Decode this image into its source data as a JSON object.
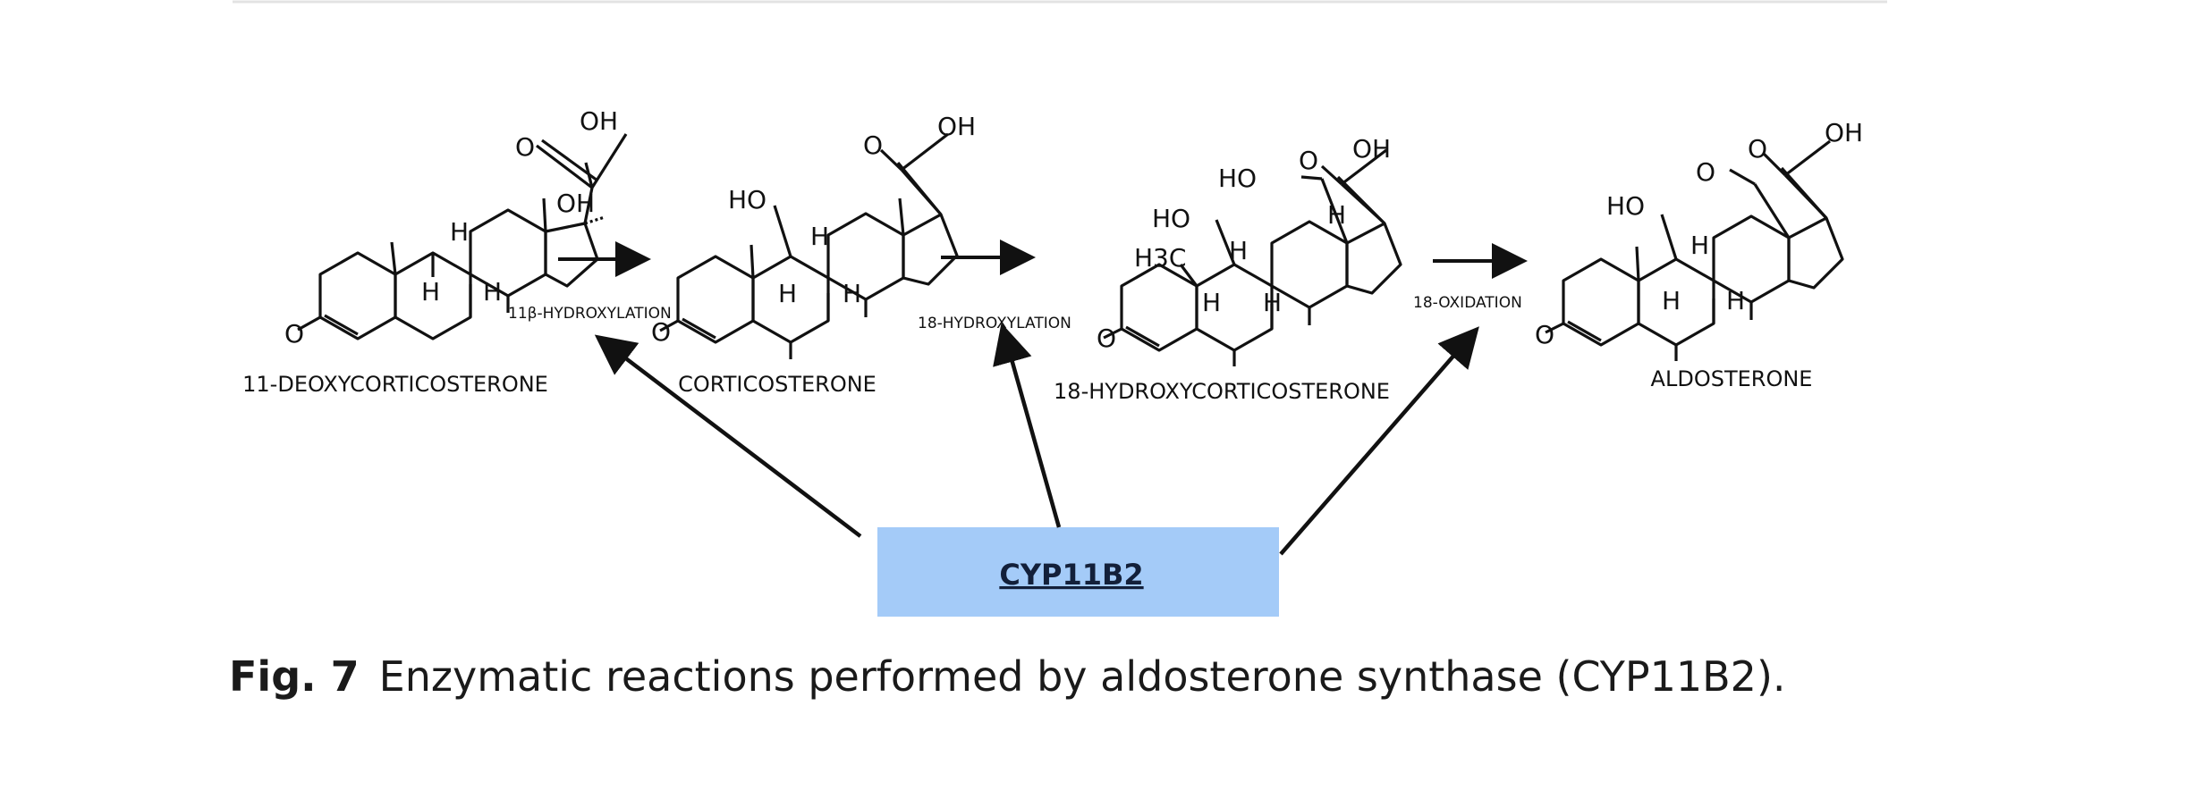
{
  "compounds": [
    {
      "name": "11-DEOXYCORTICOSTERONE"
    },
    {
      "name": "CORTICOSTERONE"
    },
    {
      "name": "18-HYDROXYCORTICOSTERONE"
    },
    {
      "name": "ALDOSTERONE"
    }
  ],
  "reactions": [
    {
      "label": "11β-HYDROXYLATION"
    },
    {
      "label": "18-HYDROXYLATION"
    },
    {
      "label": "18-OXIDATION"
    }
  ],
  "enzyme": {
    "label": "CYP11B2",
    "color": "#a4cbf8"
  },
  "atoms": {
    "oh": "OH",
    "oh_alpha": "OH",
    "o": "O",
    "h": "H",
    "ho": "HO",
    "h3c": "H3C"
  },
  "caption": {
    "label": "Fig. 7",
    "text": "Enzymatic reactions performed by aldosterone synthase (CYP11B2)."
  }
}
